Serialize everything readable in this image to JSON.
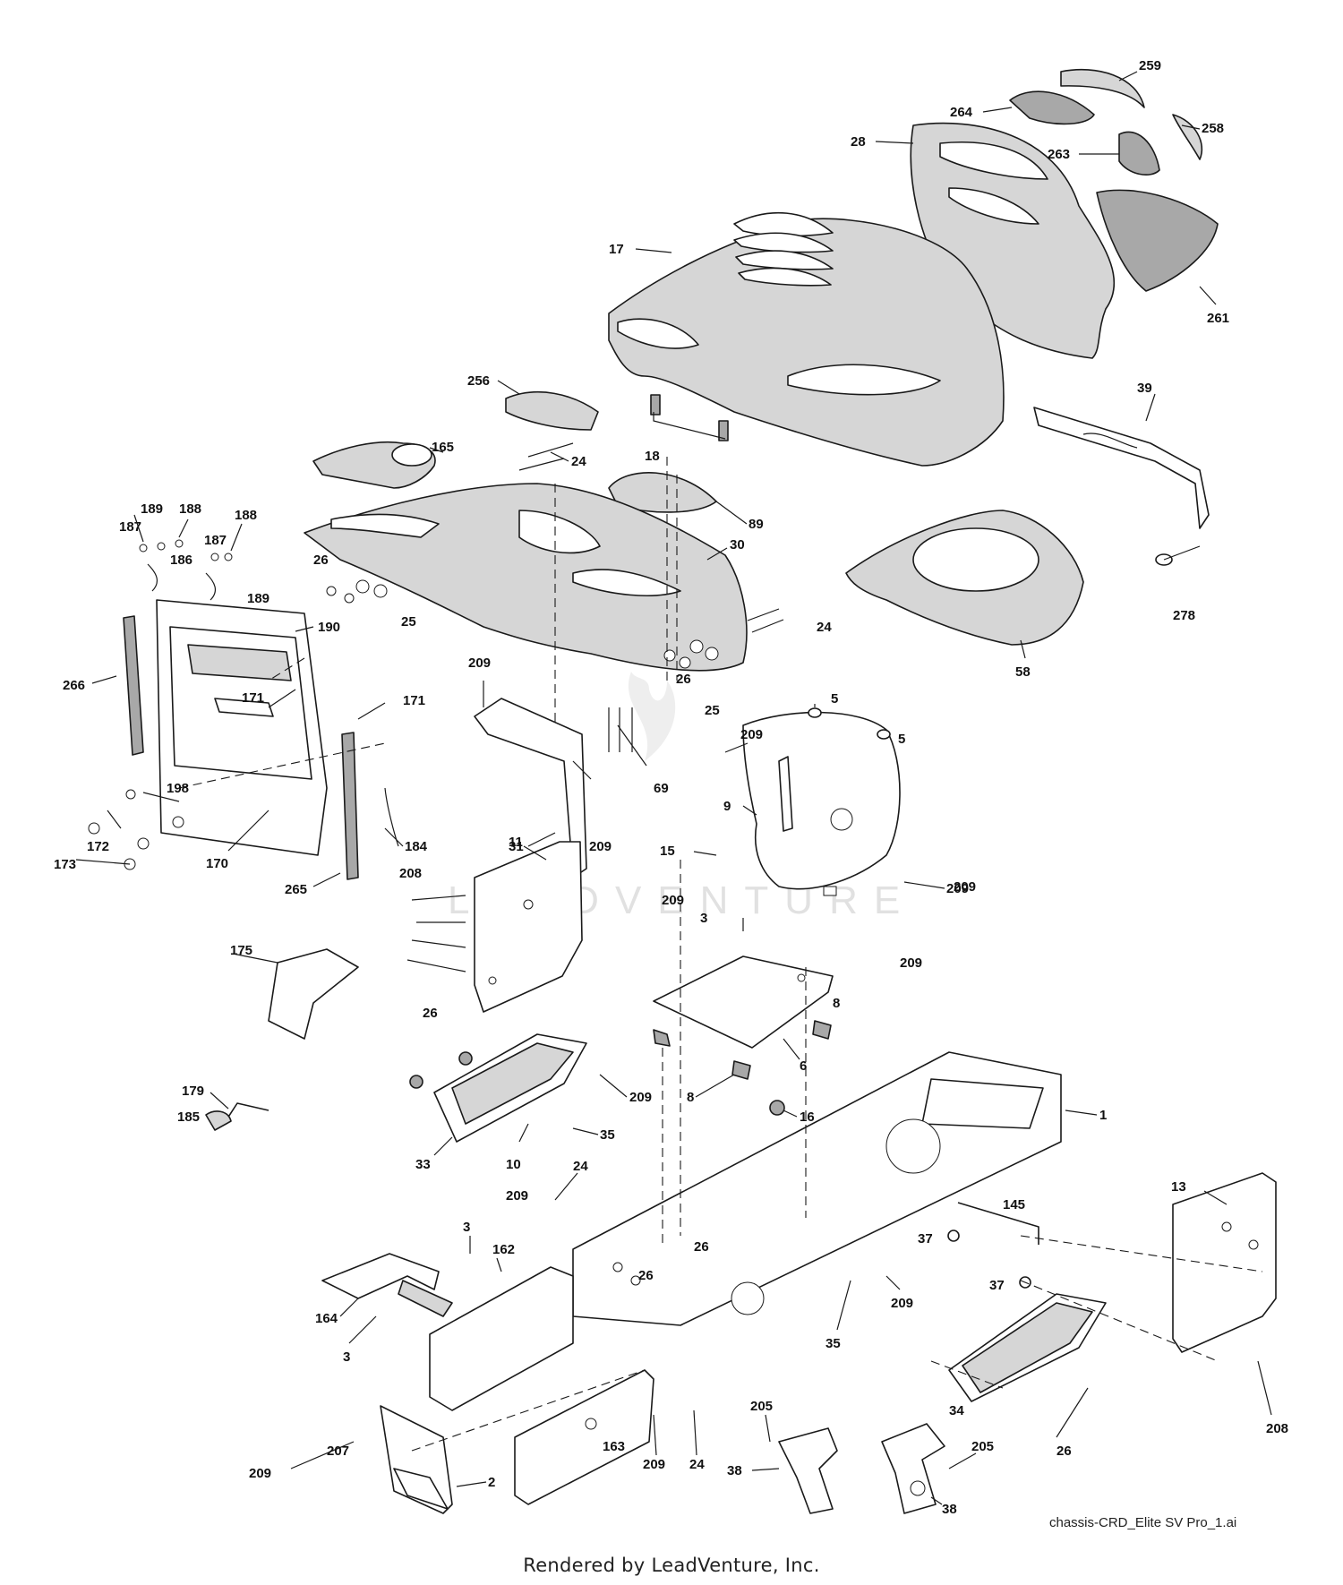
{
  "diagram_file": "chassis-CRD_Elite SV Pro_1.ai",
  "footer_credit": "Rendered by LeadVenture, Inc.",
  "watermark_text": "LEADVENTURE",
  "callouts": [
    "259",
    "264",
    "258",
    "28",
    "263",
    "261",
    "17",
    "256",
    "18",
    "165",
    "24",
    "39",
    "89",
    "189",
    "188",
    "187",
    "188",
    "187",
    "186",
    "189",
    "26",
    "25",
    "30",
    "24",
    "278",
    "190",
    "266",
    "171",
    "58",
    "171",
    "209",
    "26",
    "25",
    "5",
    "209",
    "5",
    "69",
    "198",
    "31",
    "209",
    "172",
    "170",
    "173",
    "184",
    "265",
    "9",
    "209",
    "11",
    "15",
    "209",
    "208",
    "209",
    "3",
    "209",
    "175",
    "8",
    "26",
    "6",
    "209",
    "8",
    "179",
    "185",
    "35",
    "16",
    "33",
    "10",
    "1",
    "24",
    "209",
    "13",
    "145",
    "3",
    "162",
    "26",
    "26",
    "37",
    "164",
    "37",
    "209",
    "3",
    "35",
    "34",
    "205",
    "26",
    "208",
    "209",
    "207",
    "2",
    "163",
    "209",
    "24",
    "38",
    "205",
    "38"
  ],
  "colors": {
    "line": "#1a1a1a",
    "shade": "#d6d6d6",
    "background": "#ffffff"
  }
}
